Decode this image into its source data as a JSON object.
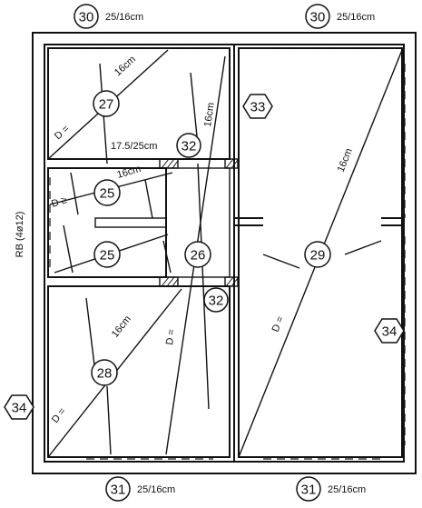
{
  "colors": {
    "ink": "#111111",
    "paper": "#ffffff"
  },
  "labels": {
    "mark_30": "30",
    "mark_31": "31",
    "mark_32": "32",
    "mark_33": "33",
    "mark_34": "34",
    "mark_27": "27",
    "mark_25": "25",
    "mark_26": "26",
    "mark_28": "28",
    "mark_29": "29",
    "dim_25_16": "25/16cm",
    "dim_16cm": "16cm",
    "dim_17_5_25": "17.5/25cm",
    "d_eq": "D =",
    "d_eq_rb": "D ≥",
    "rb_note": "RB (4ø12)"
  }
}
